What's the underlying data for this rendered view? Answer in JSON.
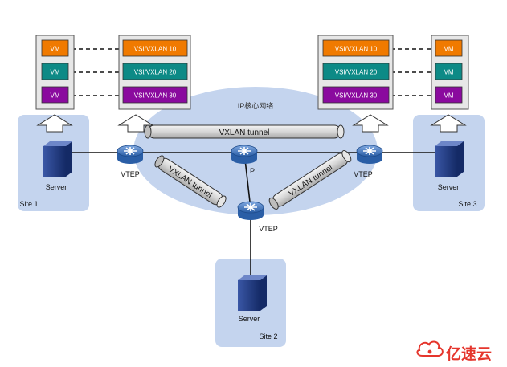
{
  "core": {
    "label": "IP核心网络"
  },
  "tunnels": {
    "top": "VXLAN tunnel",
    "left": "VXLAN tunnel",
    "right": "VXLAN tunnel"
  },
  "devices": {
    "vtep_left": "VTEP",
    "vtep_right": "VTEP",
    "vtep_bottom": "VTEP",
    "p_router": "P"
  },
  "sites": {
    "site1": {
      "name": "Site 1",
      "server": "Server"
    },
    "site2": {
      "name": "Site 2",
      "server": "Server"
    },
    "site3": {
      "name": "Site 3",
      "server": "Server"
    }
  },
  "vm_labels": [
    "VM",
    "VM",
    "VM"
  ],
  "vsi_labels": [
    "VSI/VXLAN 10",
    "VSI/VXLAN 20",
    "VSI/VXLAN 30"
  ],
  "colors": {
    "orange": "#f07a00",
    "teal": "#0d8a86",
    "purple": "#8a0a9e",
    "cloud": "#c4d4ee",
    "site": "#c4d4ee",
    "router": "#3d73b8"
  },
  "watermark": {
    "text": "亿速云"
  }
}
